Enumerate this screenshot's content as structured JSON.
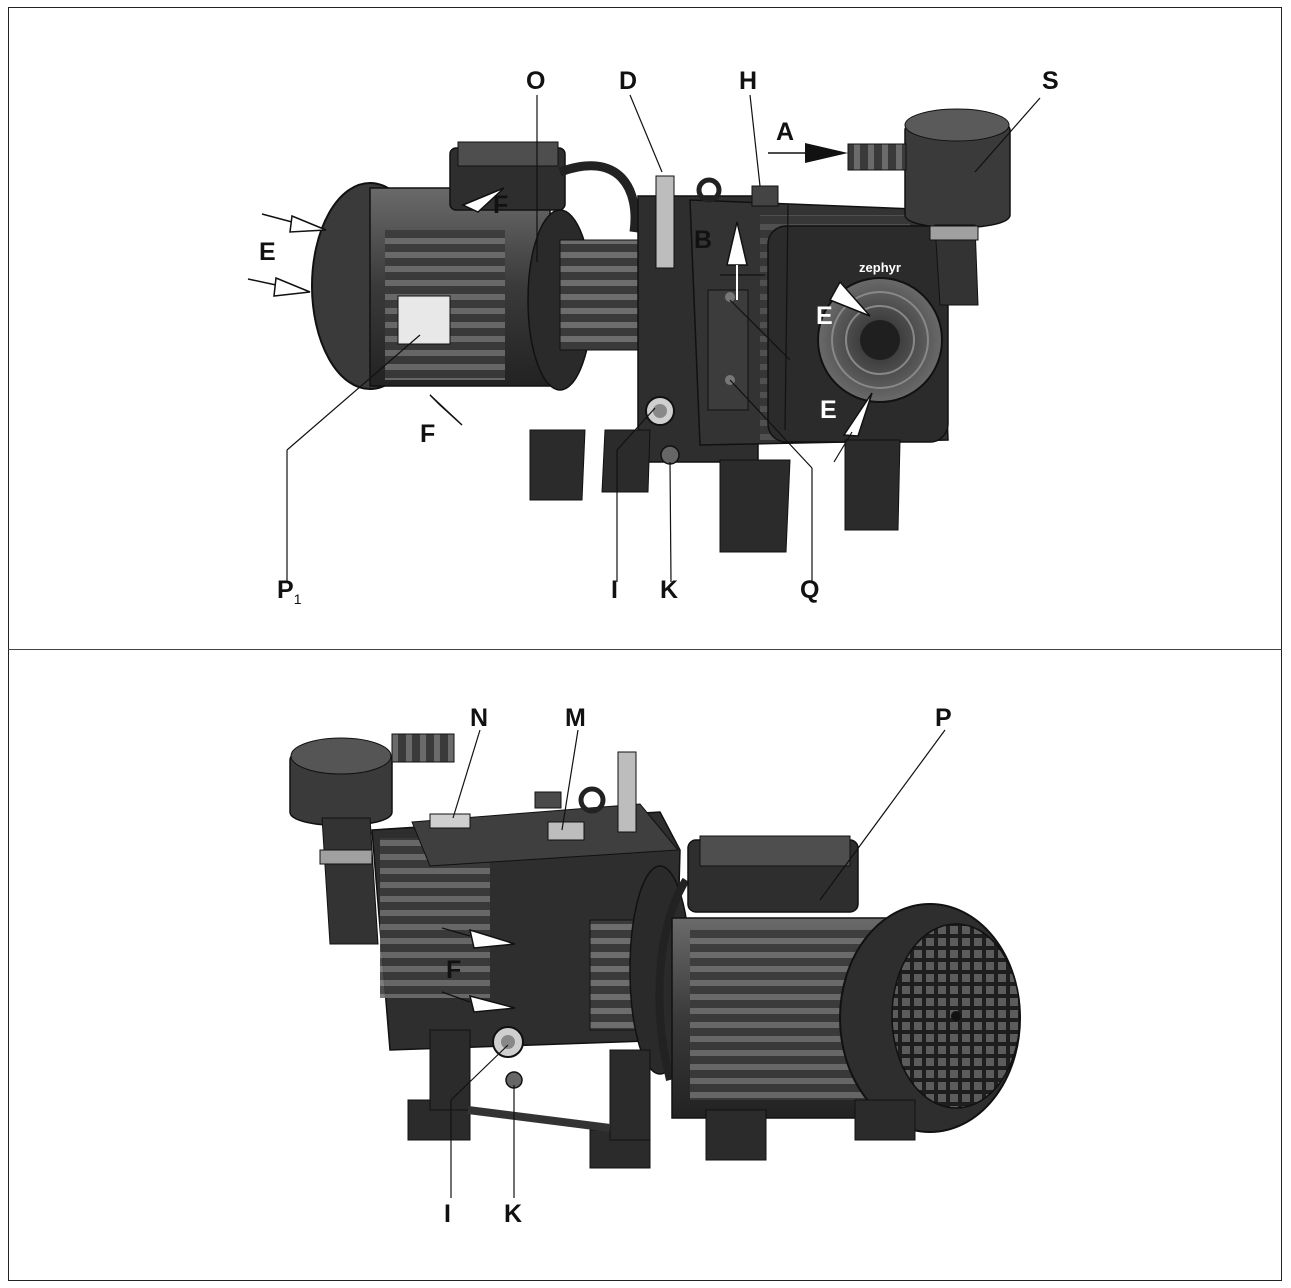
{
  "figure": {
    "brand": "zephyr",
    "top_labels": {
      "O": "O",
      "D": "D",
      "H": "H",
      "A": "A",
      "S": "S",
      "F_top": "F",
      "E_left": "E",
      "B": "B",
      "E_fan_top": "E",
      "E_fan_bottom": "E",
      "F_bottom": "F",
      "P1_letter": "P",
      "P1_sub": "1",
      "I": "I",
      "K": "K",
      "Q": "Q"
    },
    "bottom_labels": {
      "N": "N",
      "M": "M",
      "P": "P",
      "F": "F",
      "I": "I",
      "K": "K"
    }
  },
  "colors": {
    "body_dark": "#2e2e2e",
    "body_mid": "#4a4a4a",
    "body_light": "#6a6a6a",
    "line": "#111111",
    "label": "#111111"
  }
}
